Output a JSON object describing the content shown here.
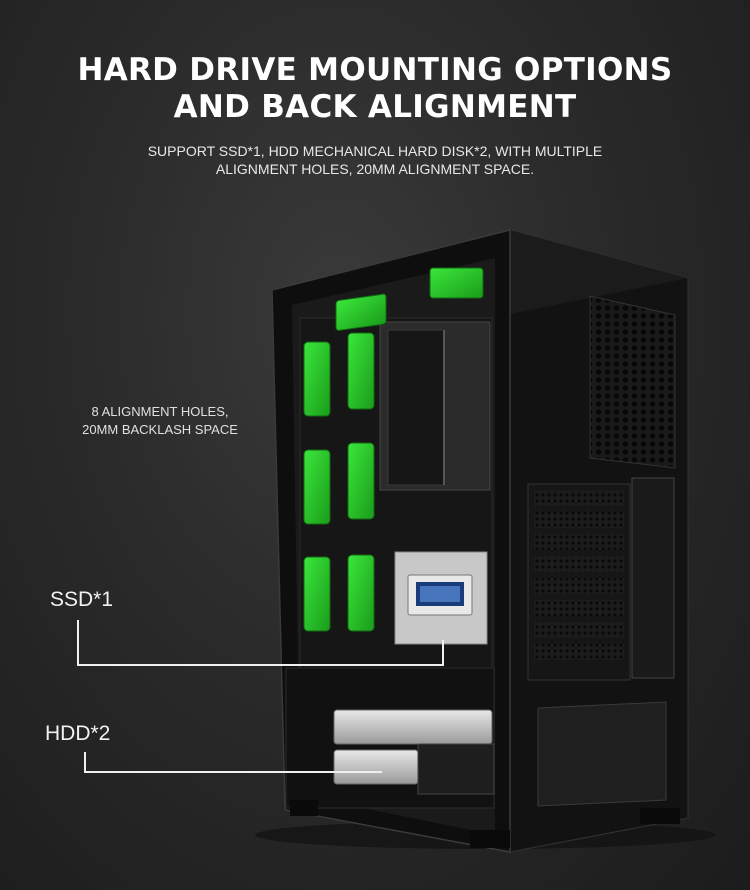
{
  "heading": {
    "line1": "HARD DRIVE MOUNTING OPTIONS",
    "line2": "AND BACK ALIGNMENT"
  },
  "subheading": {
    "line1": "SUPPORT SSD*1, HDD MECHANICAL HARD DISK*2, WITH MULTIPLE",
    "line2": "ALIGNMENT HOLES, 20MM ALIGNMENT SPACE."
  },
  "callouts": {
    "alignment_line1": "8 ALIGNMENT HOLES,",
    "alignment_line2": "20MM BACKLASH SPACE",
    "ssd": "SSD*1",
    "hdd": "HDD*2"
  },
  "colors": {
    "accent_green": "#2fd42f",
    "case_black": "#141414",
    "background": "#2a2a2a"
  }
}
